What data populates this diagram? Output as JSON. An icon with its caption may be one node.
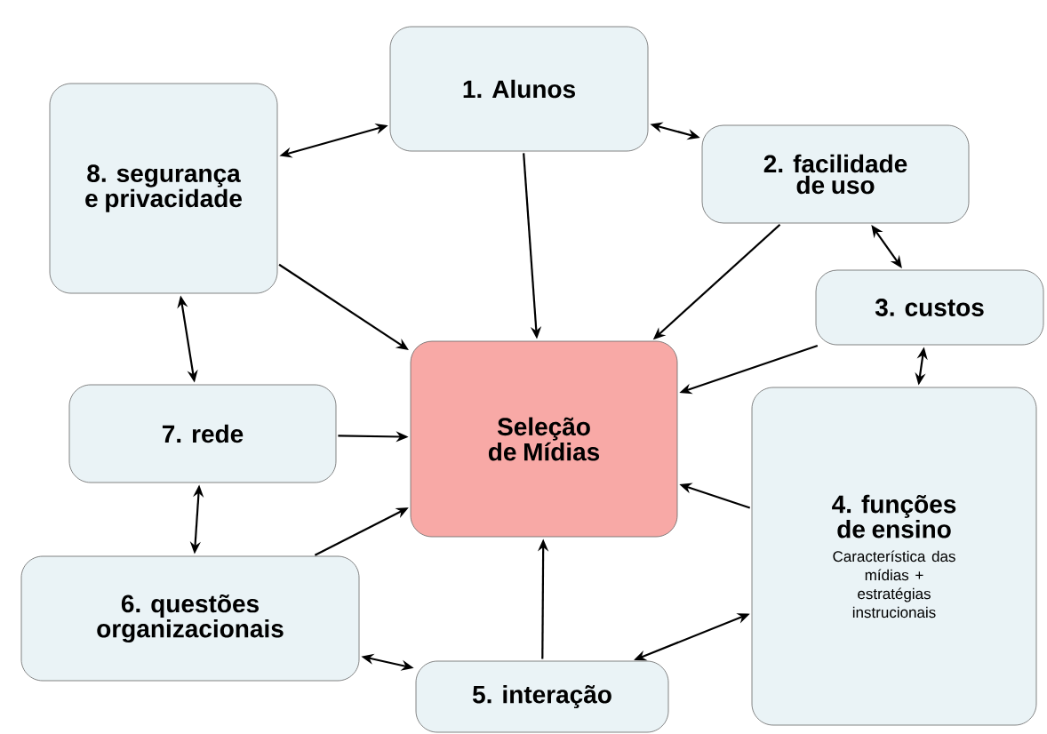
{
  "diagram": {
    "nodes": [
      {
        "text": [
          "1. Alunos"
        ]
      },
      {
        "text": [
          "2. facilidade de uso"
        ]
      },
      {
        "text": [
          "3. custos"
        ]
      },
      {
        "text": [
          "4. funções de ensino",
          "Característica das mídias + estratégias instrucionais"
        ]
      },
      {
        "text": [
          "5. interação"
        ]
      },
      {
        "text": [
          "6. questões organizacionais"
        ]
      },
      {
        "text": [
          "7. rede"
        ]
      },
      {
        "text": [
          "8. segurança e privacidade"
        ]
      },
      {
        "text": [
          "Seleção de Mídias"
        ]
      }
    ],
    "edges": [
      {
        "from": 0,
        "to": 8,
        "arrow": "to"
      },
      {
        "from": 1,
        "to": 8,
        "arrow": "to"
      },
      {
        "from": 2,
        "to": 8,
        "arrow": "to"
      },
      {
        "from": 3,
        "to": 8,
        "arrow": "to"
      },
      {
        "from": 4,
        "to": 8,
        "arrow": "to"
      },
      {
        "from": 5,
        "to": 8,
        "arrow": "to"
      },
      {
        "from": 6,
        "to": 8,
        "arrow": "to"
      },
      {
        "from": 7,
        "to": 8,
        "arrow": "to"
      },
      {
        "from": 0,
        "to": 1,
        "arrow": "both"
      },
      {
        "from": 1,
        "to": 2,
        "arrow": "both"
      },
      {
        "from": 2,
        "to": 3,
        "arrow": "both"
      },
      {
        "from": 3,
        "to": 4,
        "arrow": "both"
      },
      {
        "from": 4,
        "to": 5,
        "arrow": "both"
      },
      {
        "from": 5,
        "to": 6,
        "arrow": "both"
      },
      {
        "from": 6,
        "to": 7,
        "arrow": "both"
      },
      {
        "from": 7,
        "to": 0,
        "arrow": "both"
      }
    ]
  }
}
